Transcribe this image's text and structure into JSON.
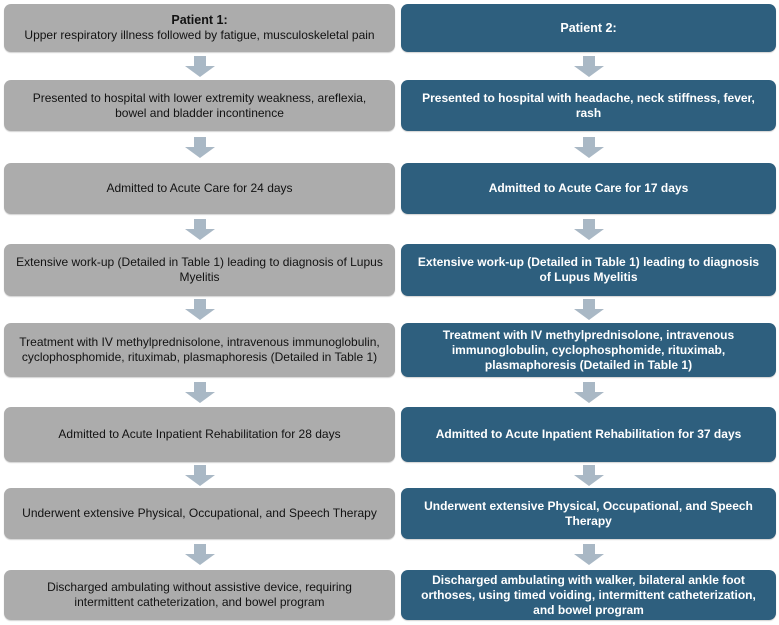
{
  "palette": {
    "patient1_box": "#ACACAC",
    "patient2_box": "#2E5F7E",
    "arrow": "#A9B8C5",
    "patient1_text": "#121212",
    "patient2_text": "#FFFFFF"
  },
  "flow": {
    "header_row": {
      "left": {
        "title": "Patient 1:",
        "body": "Upper respiratory illness followed by fatigue, musculoskeletal pain"
      },
      "right": {
        "title": "Patient 2:"
      }
    },
    "steps": [
      {
        "left": "Presented to hospital with lower extremity weakness, areflexia, bowel and bladder incontinence",
        "right": "Presented to hospital with headache, neck stiffness, fever, rash"
      },
      {
        "left": "Admitted to Acute Care for 24 days",
        "right": "Admitted to Acute Care for 17 days"
      },
      {
        "left": "Extensive work-up (Detailed in Table 1) leading to diagnosis of Lupus Myelitis",
        "right": "Extensive work-up (Detailed in Table 1) leading to diagnosis of Lupus Myelitis"
      },
      {
        "left": "Treatment with IV methylprednisolone, intravenous immunoglobulin, cyclophosphomide, rituximab, plasmaphoresis (Detailed in Table 1)",
        "right": "Treatment with IV methylprednisolone, intravenous immunoglobulin, cyclophosphomide, rituximab, plasmaphoresis (Detailed in Table 1)"
      },
      {
        "left": "Admitted to Acute Inpatient Rehabilitation for 28 days",
        "right": "Admitted to Acute Inpatient Rehabilitation for 37 days"
      },
      {
        "left": "Underwent extensive Physical, Occupational, and Speech Therapy",
        "right": "Underwent extensive Physical, Occupational, and Speech Therapy"
      },
      {
        "left": "Discharged ambulating without assistive device, requiring intermittent catheterization, and bowel program",
        "right": "Discharged ambulating with walker, bilateral ankle foot orthoses, using timed voiding, intermittent catheterization, and bowel program"
      }
    ]
  }
}
